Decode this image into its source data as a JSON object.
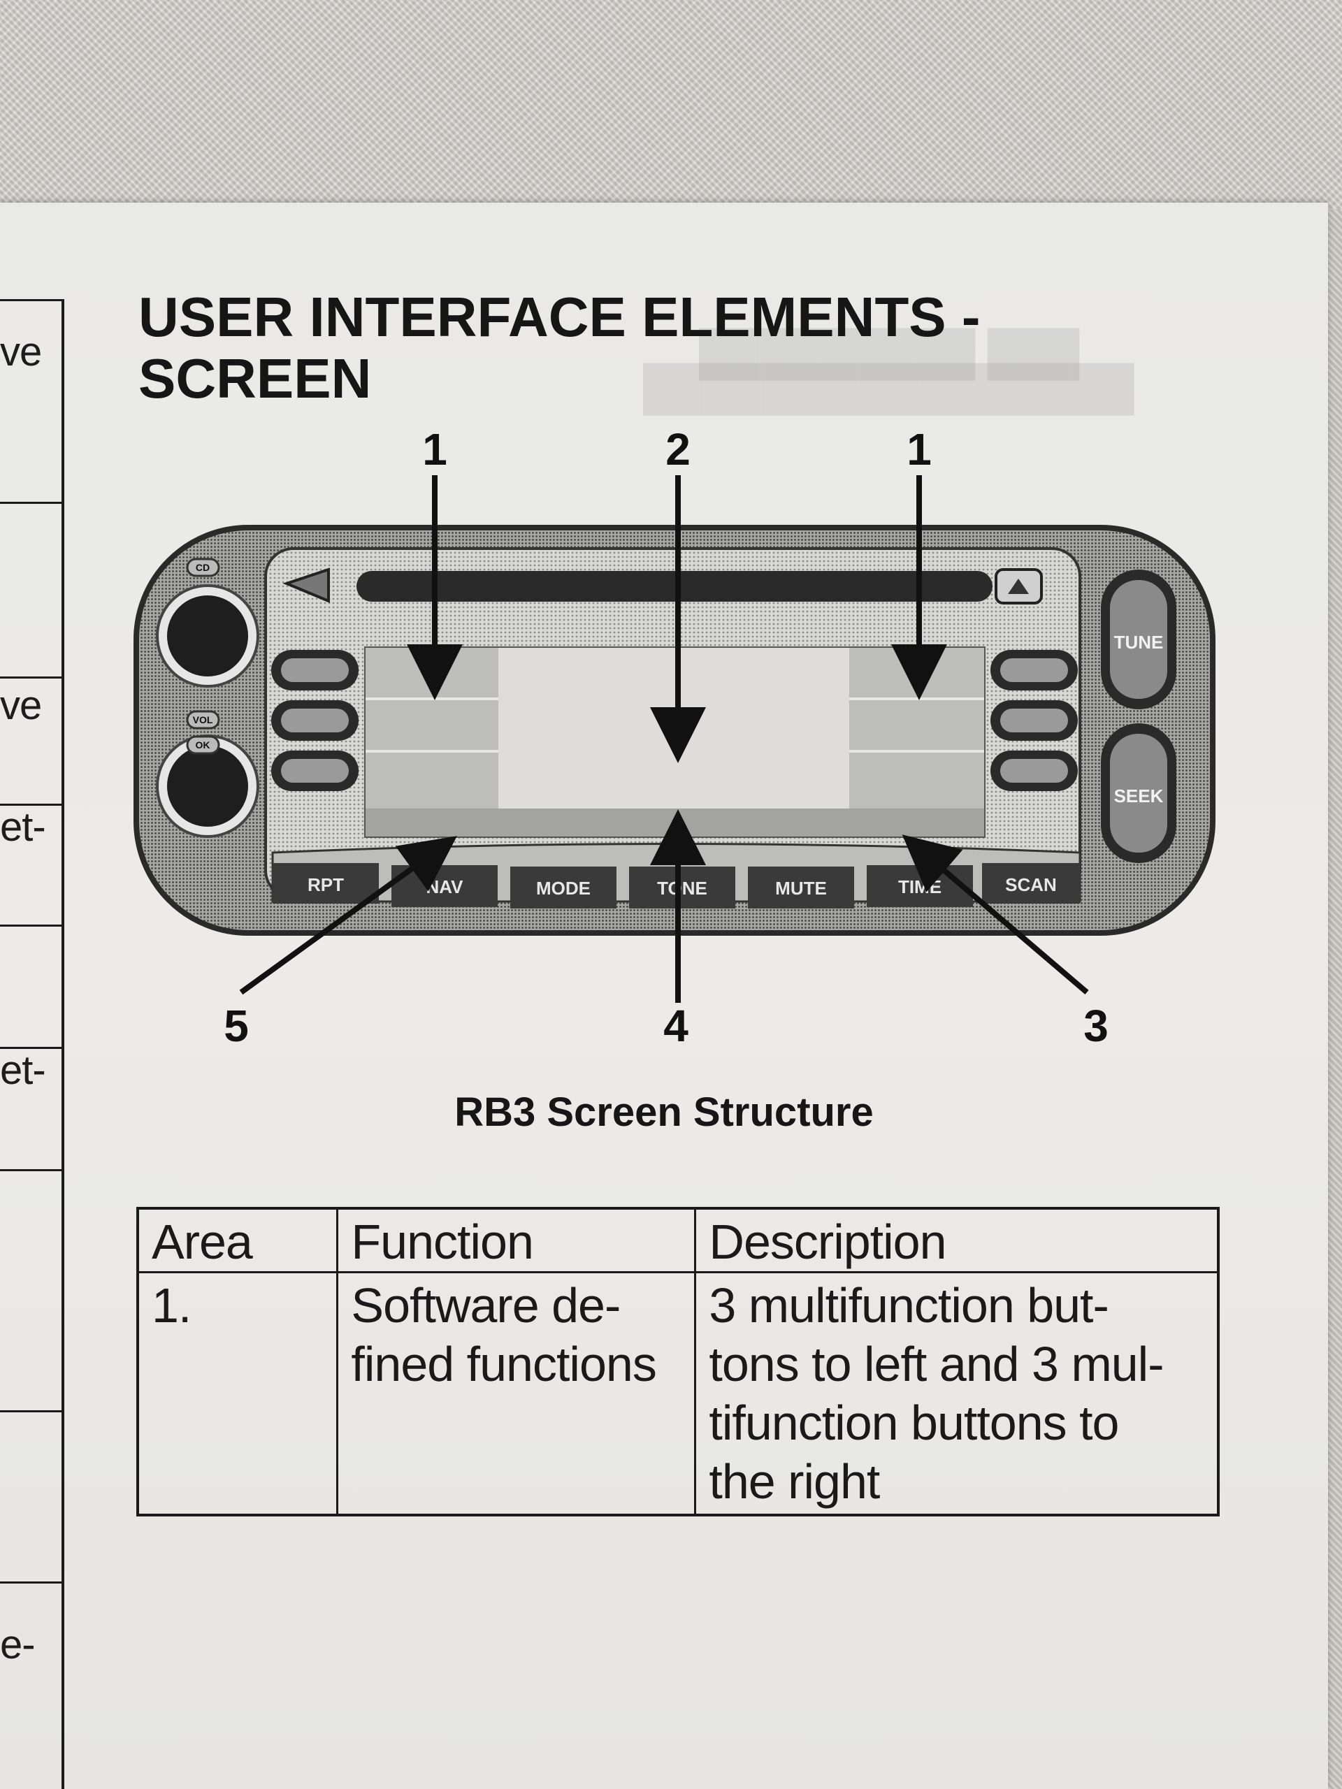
{
  "page": {
    "heading_line1": "USER INTERFACE ELEMENTS -",
    "heading_line2": "SCREEN"
  },
  "left_margin_fragments": [
    "ve",
    "ve",
    "et-",
    "et-",
    "e-"
  ],
  "diagram": {
    "callouts": [
      "1",
      "2",
      "1",
      "5",
      "4",
      "3"
    ],
    "left_knob_labels": [
      "CD",
      "VOL",
      "OK"
    ],
    "bottom_buttons": [
      "RPT",
      "NAV",
      "MODE",
      "TONE",
      "MUTE",
      "TIME",
      "SCAN"
    ],
    "right_rocker_labels": [
      "TUNE",
      "SEEK"
    ],
    "caption": "RB3 Screen Structure"
  },
  "table": {
    "headers": [
      "Area",
      "Function",
      "Description"
    ],
    "rows": [
      {
        "area": "1.",
        "function_lines": [
          "Software de-",
          "fined functions"
        ],
        "description_lines": [
          "3 multifunction but-",
          "tons to left and 3 mul-",
          "tifunction buttons to",
          "the right"
        ]
      }
    ]
  }
}
